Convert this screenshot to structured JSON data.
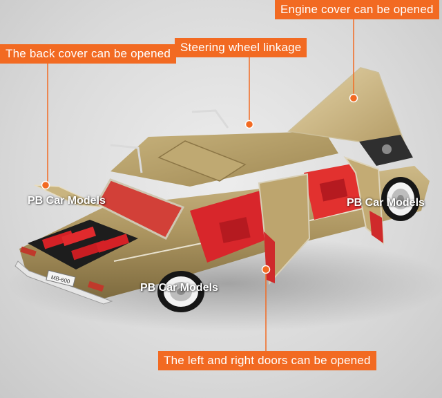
{
  "callouts": {
    "engine_cover": "Engine cover can be opened",
    "back_cover": "The back cover can be opened",
    "steering": "Steering wheel linkage",
    "doors": "The left and right doors can be opened"
  },
  "watermark": "PB Car Models",
  "license_plate": "MB-600",
  "colors": {
    "callout": "#f26a22",
    "car_body": "#b19a62",
    "interior": "#d8262b"
  }
}
